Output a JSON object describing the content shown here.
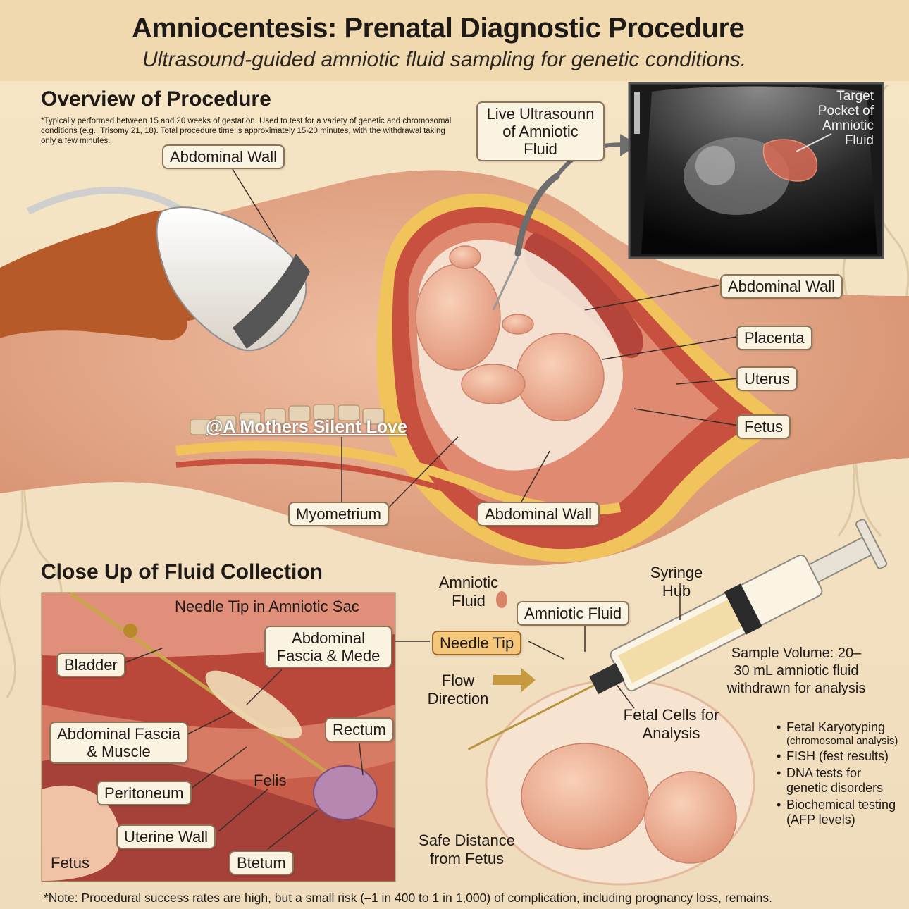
{
  "header": {
    "title": "Amniocentesis: Prenatal Diagnostic Procedure",
    "subtitle": "Ultrasound-guided amniotic fluid sampling for genetic conditions."
  },
  "overview": {
    "heading": "Overview of Procedure",
    "text": "*Typically performed between 15 and 20 weeks of gestation. Used to test for a variety of genetic and chromosomal conditions (e.g., Trisomy 21, 18). Total procedure time is approximately 15-20 minutes, with the withdrawal taking only a few minutes."
  },
  "labels": {
    "abdominal_wall_top": "Abdominal Wall",
    "live_ultrasound": "Live Ultrasounn of Amniotic Fluid",
    "target_pocket": "Target Pocket of Amniotic Fluid",
    "abdominal_wall_right": "Abdominal Wall",
    "placenta": "Placenta",
    "uterus": "Uterus",
    "fetus_right": "Fetus",
    "myometrium": "Myometrium",
    "abdominal_wall_bottom": "Abdominal Wall"
  },
  "watermark": "@A Mothers Silent Love",
  "closeup": {
    "heading": "Close Up of Fluid Collection",
    "inset_title": "Needle Tip in Amniotic Sac",
    "bladder": "Bladder",
    "abdominal_fascia_mede": "Abdominal Fascia & Mede",
    "abdominal_fascia_muscle": "Abdominal Fascia & Muscle",
    "rectum": "Rectum",
    "peritoneum": "Peritoneum",
    "felis": "Felis",
    "uterine_wall": "Uterine Wall",
    "fetus": "Fetus",
    "btetum": "Btetum"
  },
  "syringe": {
    "amniotic_fluid_small": "Amniotic Fluid",
    "syringe_hub": "Syringe Hub",
    "amniotic_fluid_label": "Amniotic Fluid",
    "needle_tip": "Needle Tip",
    "flow_direction": "Flow Direction",
    "fetal_cells": "Fetal Cells for Analysis",
    "safe_distance": "Safe Distance from Fetus",
    "sample_volume": "Sample Volume: 20–30 mL amniotic fluid withdrawn for analysis",
    "tests": [
      {
        "label": "Fetal Karyotyping",
        "sub": "(chromosomal analysis)"
      },
      {
        "label": "FISH (fest results)",
        "sub": ""
      },
      {
        "label": "DNA tests for genetic disorders",
        "sub": ""
      },
      {
        "label": "Biochemical testing (AFP levels)",
        "sub": ""
      }
    ]
  },
  "footer_note": "*Note: Procedural success rates are high, but a small risk (–1 in 400 to 1 in 1,000) of complication, including prognancy loss, remains.",
  "colors": {
    "background": "#f3e4c8",
    "skin": "#e5a98a",
    "uterus_red": "#c8503f",
    "fat_yellow": "#f0c45a",
    "fluid": "#f6e7d8",
    "glove": "#b65a2a",
    "label_border": "#8c7458",
    "needle_tip_label": "#f4c77a"
  }
}
